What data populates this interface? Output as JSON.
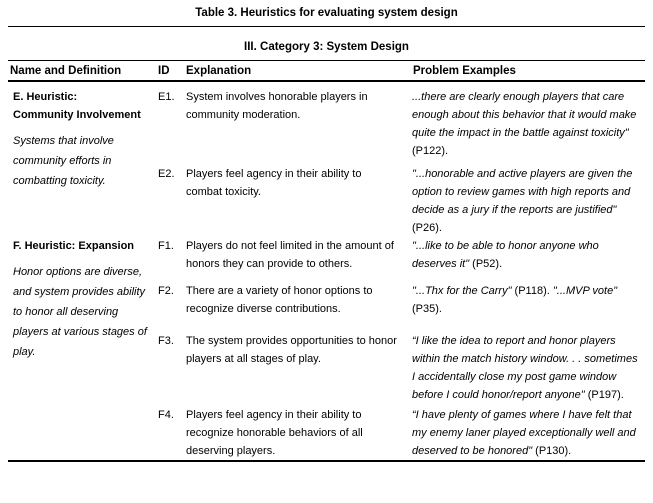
{
  "title": "Table 3. Heuristics for evaluating system design",
  "category_header": "III. Category 3: System Design",
  "columns": [
    "Name and Definition",
    "ID",
    "Explanation",
    "Problem Examples"
  ],
  "sections": [
    {
      "name": "E. Heuristic:\nCommunity Involvement",
      "definition": "Systems that involve community efforts in combatting toxicity.",
      "rows": [
        {
          "id": "E1.",
          "explanation": "System involves honorable players in community moderation.",
          "examples": [
            {
              "quote": "...there are clearly enough players that care enough about this behavior that it would make quite the impact in the battle against toxicity\"",
              "cite": " (P122)."
            }
          ]
        },
        {
          "id": "E2.",
          "explanation": "Players feel agency in their ability to combat toxicity.",
          "examples": [
            {
              "quote": "\"...honorable and active players are given the option to review games with high reports and decide as a jury if the reports are justified\"",
              "cite": " (P26)."
            }
          ]
        }
      ]
    },
    {
      "name": "F. Heuristic: Expansion",
      "definition": "Honor options are diverse, and system provides ability to honor all deserving players at various stages of play.",
      "rows": [
        {
          "id": "F1.",
          "explanation": "Players do not feel limited in the amount of honors they can provide to others.",
          "examples": [
            {
              "quote": "\"...like to be able to honor anyone who deserves it\"",
              "cite": " (P52)."
            }
          ]
        },
        {
          "id": "F2.",
          "explanation": "There are a variety of honor options to recognize diverse contributions.",
          "examples": [
            {
              "quote": "\"...Thx for the Carry\"",
              "cite": " (P118). "
            },
            {
              "quote": "\"...MVP vote\"",
              "cite": " (P35)."
            }
          ]
        },
        {
          "id": "F3.",
          "explanation": "The system provides opportunities to honor players at all stages of play.",
          "examples": [
            {
              "quote": "“I like the idea to report and honor players within the match history window. . . sometimes I accidentally close my post game window before I could honor/report anyone\"",
              "cite": " (P197)."
            }
          ]
        },
        {
          "id": "F4.",
          "explanation": "Players feel agency in their ability to recognize honorable behaviors of all deserving players.",
          "examples": [
            {
              "quote": "“I have plenty of games where I have felt that my enemy laner played exceptionally well and deserved to be honored\"",
              "cite": " (P130)."
            }
          ]
        }
      ]
    }
  ]
}
